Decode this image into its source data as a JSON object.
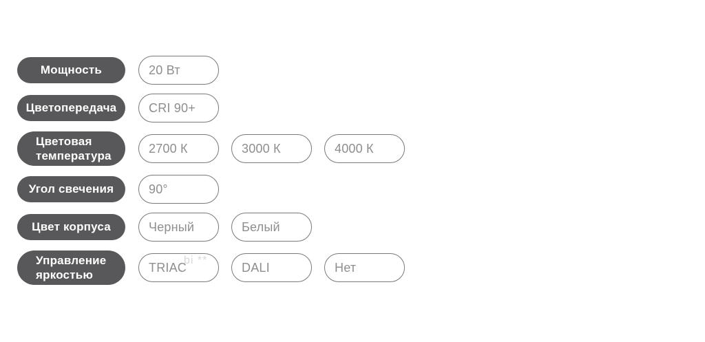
{
  "colors": {
    "page_bg": "#ffffff",
    "label_pill_bg": "#58585a",
    "label_pill_text": "#ffffff",
    "value_pill_border": "#787878",
    "value_pill_text": "#8e8e8e"
  },
  "spec": {
    "rows": [
      {
        "label": "Мощность",
        "values": [
          "20 Вт"
        ]
      },
      {
        "label": "Цветопередача",
        "values": [
          "CRI 90+"
        ]
      },
      {
        "label": "Цветовая\nтемпература",
        "values": [
          "2700 К",
          "3000 К",
          "4000 К"
        ]
      },
      {
        "label": "Угол свечения",
        "values": [
          "90°"
        ]
      },
      {
        "label": "Цвет корпуса",
        "values": [
          "Черный",
          "Белый"
        ]
      },
      {
        "label": "Управление\nяркостью",
        "values": [
          "TRIAC",
          "DALI",
          "Нет"
        ]
      }
    ]
  },
  "watermark": {
    "text": "bi **"
  }
}
